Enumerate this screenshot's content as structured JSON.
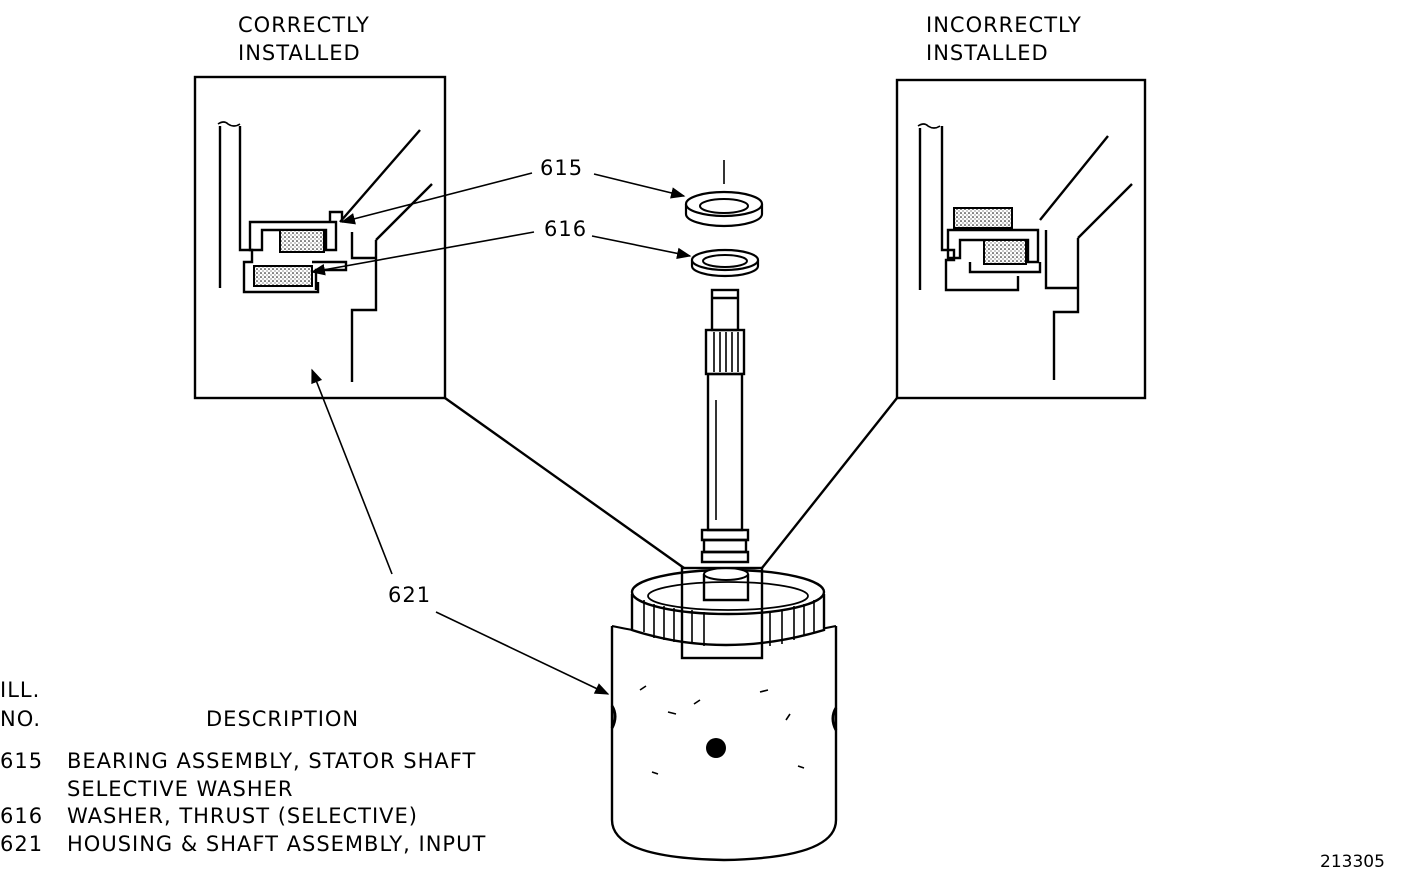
{
  "captions": {
    "correct": [
      "CORRECTLY",
      "INSTALLED"
    ],
    "incorrect": [
      "INCORRECTLY",
      "INSTALLED"
    ]
  },
  "callouts": {
    "bearing": "615",
    "washer": "616",
    "housing": "621"
  },
  "legend": {
    "header": [
      "ILL.",
      "NO."
    ],
    "description_header": "DESCRIPTION",
    "items": [
      {
        "no": "615",
        "lines": [
          "BEARING ASSEMBLY, STATOR SHAFT",
          "SELECTIVE WASHER"
        ]
      },
      {
        "no": "616",
        "lines": [
          "WASHER, THRUST (SELECTIVE)"
        ]
      },
      {
        "no": "621",
        "lines": [
          "HOUSING & SHAFT ASSEMBLY, INPUT"
        ]
      }
    ]
  },
  "figure_number": "213305"
}
